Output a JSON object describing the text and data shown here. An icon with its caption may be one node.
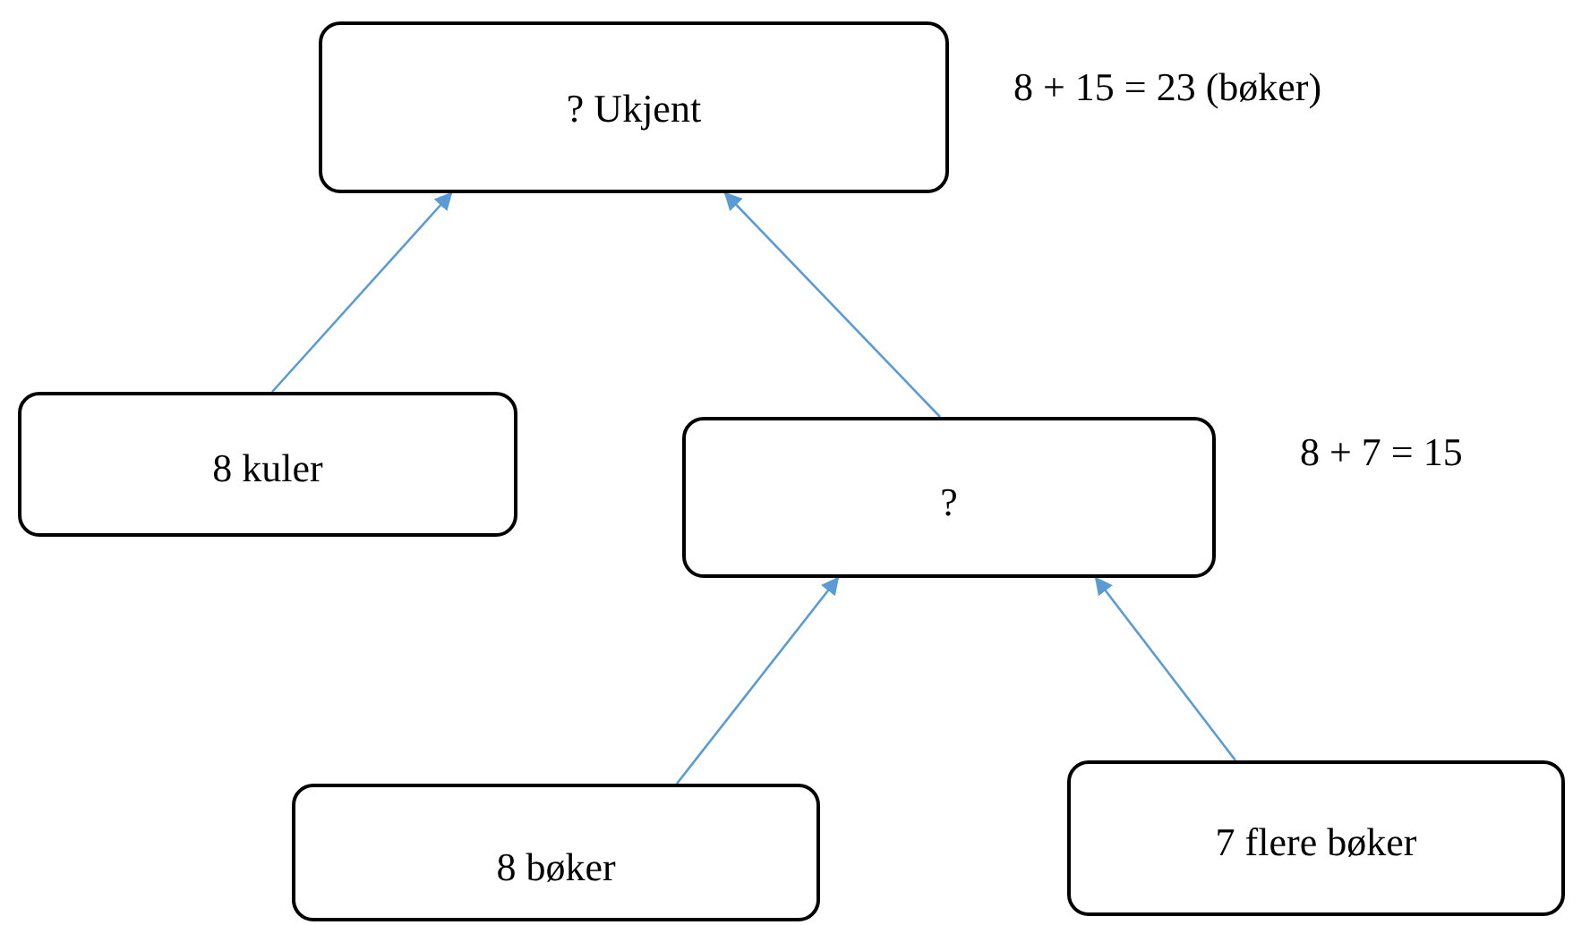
{
  "diagram": {
    "nodes": [
      {
        "text": [
          "? Ukjent"
        ]
      },
      {
        "text": [
          "8 kuler"
        ]
      },
      {
        "text": [
          "?"
        ]
      },
      {
        "text": [
          "8 bøker"
        ]
      },
      {
        "text": [
          "7 flere bøker"
        ]
      }
    ],
    "edges": [
      {
        "from": 1,
        "to": 0,
        "arrow": "to"
      },
      {
        "from": 2,
        "to": 0,
        "arrow": "to"
      },
      {
        "from": 3,
        "to": 2,
        "arrow": "to"
      },
      {
        "from": 4,
        "to": 2,
        "arrow": "to"
      }
    ],
    "labels": [
      "8 + 15 = 23 (bøker)",
      "8 + 7 = 15"
    ]
  }
}
